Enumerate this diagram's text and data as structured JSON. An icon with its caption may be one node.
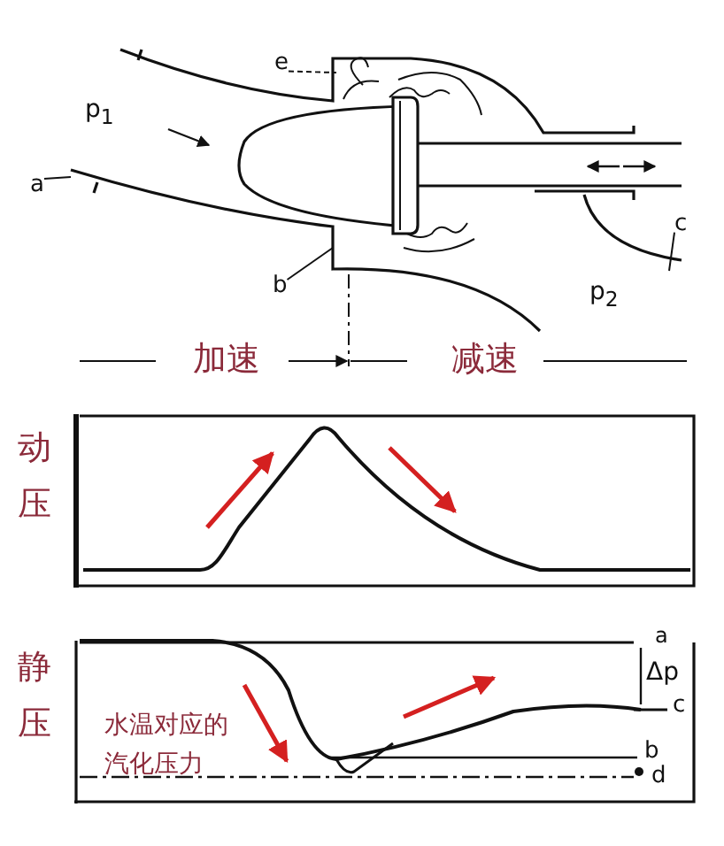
{
  "diagram": {
    "nodes": [
      {
        "text": [
          "e"
        ]
      },
      {
        "text": [
          "a"
        ]
      },
      {
        "text": [
          "b"
        ]
      },
      {
        "text": [
          "c"
        ]
      }
    ],
    "edges": [
      {
        "from": 0,
        "to": null,
        "arrow": "none",
        "style": "dashed"
      },
      {
        "from": 1,
        "to": null,
        "arrow": "none"
      },
      {
        "from": 2,
        "to": null,
        "arrow": "none"
      },
      {
        "from": 3,
        "to": null,
        "arrow": "none"
      }
    ],
    "labels": [
      "p$_{1}$",
      "p$_{2}$",
      "加速",
      "减速",
      "动压",
      "静压",
      "Δp",
      "a",
      "c",
      "b",
      "d",
      "水温对应的汽化压力"
    ]
  }
}
